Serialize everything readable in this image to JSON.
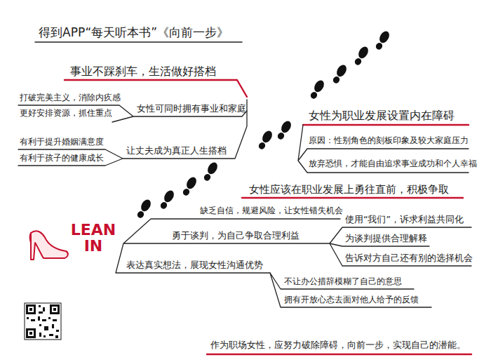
{
  "diagram": {
    "title": "得到APP“每天听本书”《向前一步》",
    "labels": [
      "事业不踩刹车，生活做好搭档",
      "打破完美主义，消除内疚感",
      "更好安排资源，抓住重点",
      "女性可同时拥有事业和家庭",
      "有利于提升婚姻满意度",
      "有利于孩子的健康成长",
      "让丈夫成为真正人生搭档",
      "女性为职业发展设置内在障碍",
      "原因：性别角色的刻板印象及较大家庭压力",
      "放弃恐惧，才能自由追求事业成功和个人幸福",
      "女性应该在职业发展上勇往直前，积极争取",
      "LEAN IN",
      "缺乏自信，规避风险，让女性错失机会",
      "勇于谈判，为自己争取合理利益",
      "使用“我们”，诉求利益共同化",
      "为谈判提供合理解释",
      "告诉对方自己还有别的选择机会",
      "表达真实想法，展现女性沟通优势",
      "不让办公措辞模糊了自己的意思",
      "拥有开放心态去面对他人给予的反馈",
      "作为职场女性，应努力破除障碍，向前一步，实现自己的潜能。"
    ]
  }
}
